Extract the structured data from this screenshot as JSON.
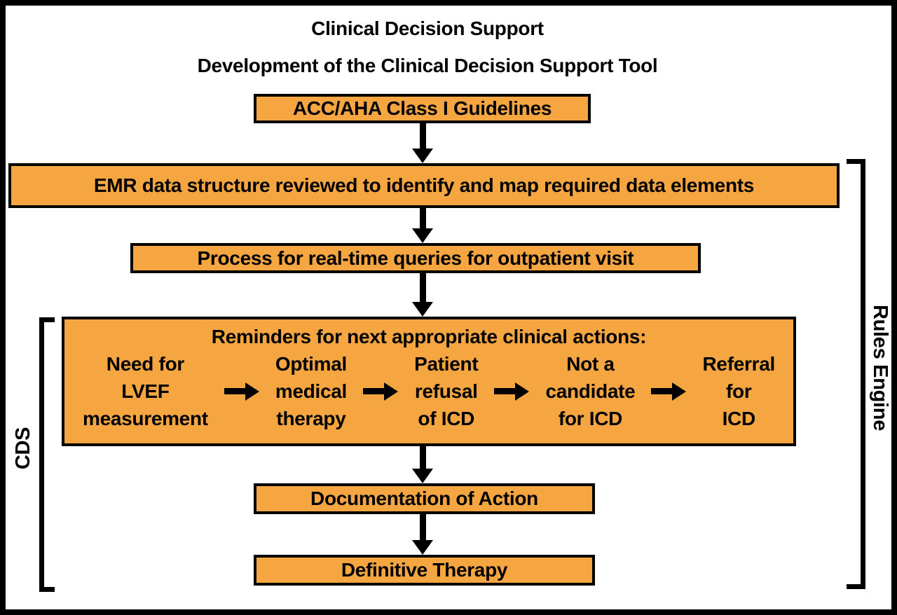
{
  "header": {
    "title": "Clinical Decision Support",
    "subtitle": "Development of the Clinical Decision Support Tool"
  },
  "colors": {
    "box_fill": "#F5A641",
    "box_border": "#000000",
    "arrow": "#000000"
  },
  "flow": {
    "guidelines": "ACC/AHA Class I Guidelines",
    "emr": "EMR data structure reviewed to identify and map required data elements",
    "process": "Process for real-time queries for outpatient visit",
    "reminders_header": "Reminders for next appropriate clinical actions:",
    "reminder_steps": [
      {
        "lines": [
          "Need for",
          "LVEF",
          "measurement"
        ]
      },
      {
        "lines": [
          "Optimal",
          "medical",
          "therapy"
        ]
      },
      {
        "lines": [
          "Patient",
          "refusal",
          "of ICD"
        ]
      },
      {
        "lines": [
          "Not a",
          "candidate",
          "for ICD"
        ]
      },
      {
        "lines": [
          "Referral",
          "for",
          "ICD"
        ]
      }
    ],
    "documentation": "Documentation of Action",
    "definitive": "Definitive Therapy"
  },
  "brackets": {
    "left_label": "CDS",
    "right_label": "Rules Engine"
  }
}
